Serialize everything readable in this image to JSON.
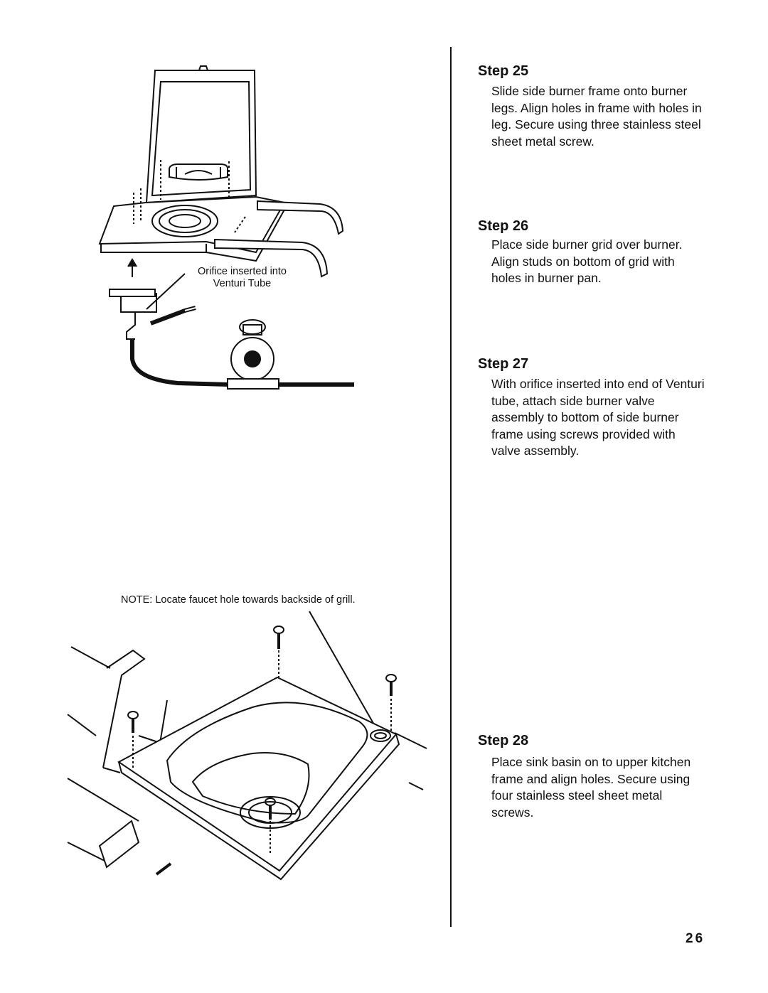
{
  "steps": [
    {
      "title": "Step 25",
      "text": "Slide side burner frame onto burner legs. Align holes in frame with holes in leg. Secure using three stainless steel sheet metal screw."
    },
    {
      "title": "Step 26",
      "text": "Place side burner grid over burner. Align studs on bottom of grid with holes in burner pan."
    },
    {
      "title": "Step 27",
      "text": "With orifice inserted into end of Venturi tube, attach side burner valve assembly to bottom of side burner frame using screws provided with valve assembly."
    },
    {
      "title": "Step 28",
      "text": "Place sink basin on to upper kitchen frame and align holes. Secure using four stainless steel sheet metal screws."
    }
  ],
  "figures": {
    "side_burner": {
      "label_line1": "Orifice inserted into",
      "label_line2": "Venturi Tube"
    },
    "sink": {
      "note": "NOTE:  Locate faucet hole towards backside of grill."
    }
  },
  "page_number": "26"
}
